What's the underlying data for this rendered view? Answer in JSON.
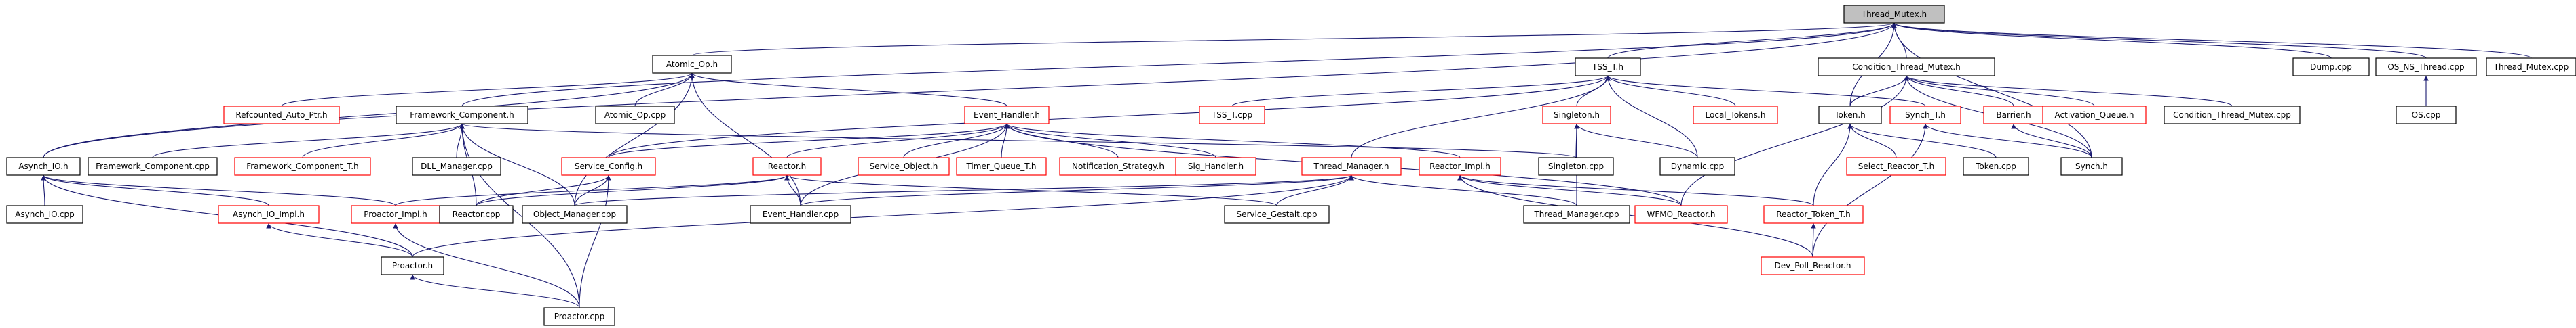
{
  "diagram": {
    "colors": {
      "node_border": "#000000",
      "missing_node_border": "#ff0000",
      "root_fill": "#c0c0c0",
      "node_fill": "#ffffff",
      "edge": "#191970",
      "text": "#000000"
    },
    "nodes": [
      {
        "id": "thread_mutex_h",
        "label": "Thread_Mutex.h",
        "root": true
      },
      {
        "id": "atomic_op_h",
        "label": "Atomic_Op.h"
      },
      {
        "id": "tss_t_h",
        "label": "TSS_T.h"
      },
      {
        "id": "condition_thread_mutex_h",
        "label": "Condition_Thread_Mutex.h"
      },
      {
        "id": "dump_cpp",
        "label": "Dump.cpp"
      },
      {
        "id": "os_ns_thread_cpp",
        "label": "OS_NS_Thread.cpp"
      },
      {
        "id": "thread_mutex_cpp",
        "label": "Thread_Mutex.cpp"
      },
      {
        "id": "os_cpp",
        "label": "OS.cpp"
      },
      {
        "id": "refcounted_auto_ptr_h",
        "label": "Refcounted_Auto_Ptr.h",
        "missing": true
      },
      {
        "id": "framework_component_h",
        "label": "Framework_Component.h"
      },
      {
        "id": "atomic_op_cpp",
        "label": "Atomic_Op.cpp"
      },
      {
        "id": "event_handler_h",
        "label": "Event_Handler.h",
        "missing": true
      },
      {
        "id": "tss_t_cpp",
        "label": "TSS_T.cpp",
        "missing": true
      },
      {
        "id": "singleton_h",
        "label": "Singleton.h",
        "missing": true
      },
      {
        "id": "local_tokens_h",
        "label": "Local_Tokens.h",
        "missing": true
      },
      {
        "id": "token_h",
        "label": "Token.h"
      },
      {
        "id": "synch_t_h",
        "label": "Synch_T.h",
        "missing": true
      },
      {
        "id": "barrier_h",
        "label": "Barrier.h",
        "missing": true
      },
      {
        "id": "activation_queue_h",
        "label": "Activation_Queue.h",
        "missing": true
      },
      {
        "id": "condition_thread_mutex_cpp",
        "label": "Condition_Thread_Mutex.cpp"
      },
      {
        "id": "asynch_io_h",
        "label": "Asynch_IO.h"
      },
      {
        "id": "framework_component_cpp",
        "label": "Framework_Component.cpp"
      },
      {
        "id": "framework_component_t_h",
        "label": "Framework_Component_T.h",
        "missing": true
      },
      {
        "id": "dll_manager_cpp",
        "label": "DLL_Manager.cpp"
      },
      {
        "id": "service_config_h",
        "label": "Service_Config.h",
        "missing": true
      },
      {
        "id": "reactor_h",
        "label": "Reactor.h",
        "missing": true
      },
      {
        "id": "service_object_h",
        "label": "Service_Object.h",
        "missing": true
      },
      {
        "id": "timer_queue_t_h",
        "label": "Timer_Queue_T.h",
        "missing": true
      },
      {
        "id": "notification_strategy_h",
        "label": "Notification_Strategy.h",
        "missing": true
      },
      {
        "id": "sig_handler_h",
        "label": "Sig_Handler.h",
        "missing": true
      },
      {
        "id": "thread_manager_h",
        "label": "Thread_Manager.h",
        "missing": true
      },
      {
        "id": "reactor_impl_h",
        "label": "Reactor_Impl.h",
        "missing": true
      },
      {
        "id": "singleton_cpp",
        "label": "Singleton.cpp"
      },
      {
        "id": "dynamic_cpp",
        "label": "Dynamic.cpp"
      },
      {
        "id": "select_reactor_t_h",
        "label": "Select_Reactor_T.h",
        "missing": true
      },
      {
        "id": "token_cpp",
        "label": "Token.cpp"
      },
      {
        "id": "synch_h",
        "label": "Synch.h"
      },
      {
        "id": "asynch_io_cpp",
        "label": "Asynch_IO.cpp"
      },
      {
        "id": "asynch_io_impl_h",
        "label": "Asynch_IO_Impl.h",
        "missing": true
      },
      {
        "id": "proactor_impl_h",
        "label": "Proactor_Impl.h",
        "missing": true
      },
      {
        "id": "reactor_cpp",
        "label": "Reactor.cpp"
      },
      {
        "id": "object_manager_cpp",
        "label": "Object_Manager.cpp"
      },
      {
        "id": "event_handler_cpp",
        "label": "Event_Handler.cpp"
      },
      {
        "id": "service_gestalt_cpp",
        "label": "Service_Gestalt.cpp"
      },
      {
        "id": "thread_manager_cpp",
        "label": "Thread_Manager.cpp"
      },
      {
        "id": "wfmo_reactor_h",
        "label": "WFMO_Reactor.h",
        "missing": true
      },
      {
        "id": "reactor_token_t_h",
        "label": "Reactor_Token_T.h",
        "missing": true
      },
      {
        "id": "proactor_h",
        "label": "Proactor.h"
      },
      {
        "id": "dev_poll_reactor_h",
        "label": "Dev_Poll_Reactor.h",
        "missing": true
      },
      {
        "id": "proactor_cpp",
        "label": "Proactor.cpp"
      }
    ],
    "edges": [
      {
        "from": "atomic_op_h",
        "to": "thread_mutex_h"
      },
      {
        "from": "tss_t_h",
        "to": "thread_mutex_h"
      },
      {
        "from": "condition_thread_mutex_h",
        "to": "thread_mutex_h"
      },
      {
        "from": "dump_cpp",
        "to": "thread_mutex_h"
      },
      {
        "from": "os_ns_thread_cpp",
        "to": "thread_mutex_h"
      },
      {
        "from": "thread_mutex_cpp",
        "to": "thread_mutex_h"
      },
      {
        "from": "os_cpp",
        "to": "os_ns_thread_cpp"
      },
      {
        "from": "framework_component_h",
        "to": "thread_mutex_h"
      },
      {
        "from": "asynch_io_h",
        "to": "thread_mutex_h"
      },
      {
        "from": "token_h",
        "to": "thread_mutex_h"
      },
      {
        "from": "synch_h",
        "to": "thread_mutex_h"
      },
      {
        "from": "refcounted_auto_ptr_h",
        "to": "atomic_op_h"
      },
      {
        "from": "atomic_op_cpp",
        "to": "atomic_op_h"
      },
      {
        "from": "event_handler_h",
        "to": "atomic_op_h"
      },
      {
        "from": "object_manager_cpp",
        "to": "atomic_op_h"
      },
      {
        "from": "event_handler_cpp",
        "to": "atomic_op_h"
      },
      {
        "from": "asynch_io_h",
        "to": "atomic_op_h"
      },
      {
        "from": "tss_t_cpp",
        "to": "tss_t_h"
      },
      {
        "from": "singleton_h",
        "to": "tss_t_h"
      },
      {
        "from": "local_tokens_h",
        "to": "tss_t_h"
      },
      {
        "from": "synch_t_h",
        "to": "tss_t_h"
      },
      {
        "from": "thread_manager_h",
        "to": "tss_t_h"
      },
      {
        "from": "service_config_h",
        "to": "tss_t_h"
      },
      {
        "from": "dynamic_cpp",
        "to": "tss_t_h"
      },
      {
        "from": "token_h",
        "to": "condition_thread_mutex_h"
      },
      {
        "from": "barrier_h",
        "to": "condition_thread_mutex_h"
      },
      {
        "from": "activation_queue_h",
        "to": "condition_thread_mutex_h"
      },
      {
        "from": "condition_thread_mutex_cpp",
        "to": "condition_thread_mutex_h"
      },
      {
        "from": "synch_h",
        "to": "condition_thread_mutex_h"
      },
      {
        "from": "wfmo_reactor_h",
        "to": "condition_thread_mutex_h"
      },
      {
        "from": "framework_component_cpp",
        "to": "framework_component_h"
      },
      {
        "from": "framework_component_t_h",
        "to": "framework_component_h"
      },
      {
        "from": "dll_manager_cpp",
        "to": "framework_component_h"
      },
      {
        "from": "reactor_cpp",
        "to": "framework_component_h"
      },
      {
        "from": "object_manager_cpp",
        "to": "framework_component_h"
      },
      {
        "from": "proactor_cpp",
        "to": "framework_component_h"
      },
      {
        "from": "singleton_cpp",
        "to": "framework_component_h"
      },
      {
        "from": "service_config_h",
        "to": "event_handler_h"
      },
      {
        "from": "reactor_h",
        "to": "event_handler_h"
      },
      {
        "from": "service_object_h",
        "to": "event_handler_h"
      },
      {
        "from": "timer_queue_t_h",
        "to": "event_handler_h"
      },
      {
        "from": "notification_strategy_h",
        "to": "event_handler_h"
      },
      {
        "from": "sig_handler_h",
        "to": "event_handler_h"
      },
      {
        "from": "reactor_impl_h",
        "to": "event_handler_h"
      },
      {
        "from": "event_handler_cpp",
        "to": "event_handler_h"
      },
      {
        "from": "wfmo_reactor_h",
        "to": "event_handler_h"
      },
      {
        "from": "singleton_cpp",
        "to": "singleton_h"
      },
      {
        "from": "dynamic_cpp",
        "to": "singleton_h"
      },
      {
        "from": "thread_manager_cpp",
        "to": "singleton_h"
      },
      {
        "from": "select_reactor_t_h",
        "to": "token_h"
      },
      {
        "from": "token_cpp",
        "to": "token_h"
      },
      {
        "from": "reactor_token_t_h",
        "to": "token_h"
      },
      {
        "from": "dev_poll_reactor_h",
        "to": "synch_t_h"
      },
      {
        "from": "synch_h",
        "to": "synch_t_h"
      },
      {
        "from": "synch_h",
        "to": "barrier_h"
      },
      {
        "from": "asynch_io_cpp",
        "to": "asynch_io_h"
      },
      {
        "from": "asynch_io_impl_h",
        "to": "asynch_io_h"
      },
      {
        "from": "proactor_impl_h",
        "to": "asynch_io_h"
      },
      {
        "from": "proactor_h",
        "to": "asynch_io_h"
      },
      {
        "from": "reactor_cpp",
        "to": "service_config_h"
      },
      {
        "from": "object_manager_cpp",
        "to": "service_config_h"
      },
      {
        "from": "proactor_cpp",
        "to": "service_config_h"
      },
      {
        "from": "proactor_impl_h",
        "to": "reactor_h"
      },
      {
        "from": "reactor_cpp",
        "to": "reactor_h"
      },
      {
        "from": "event_handler_cpp",
        "to": "reactor_h"
      },
      {
        "from": "service_gestalt_cpp",
        "to": "reactor_h"
      },
      {
        "from": "object_manager_cpp",
        "to": "thread_manager_h"
      },
      {
        "from": "event_handler_cpp",
        "to": "thread_manager_h"
      },
      {
        "from": "service_gestalt_cpp",
        "to": "thread_manager_h"
      },
      {
        "from": "thread_manager_cpp",
        "to": "thread_manager_h"
      },
      {
        "from": "proactor_h",
        "to": "thread_manager_h"
      },
      {
        "from": "wfmo_reactor_h",
        "to": "reactor_impl_h"
      },
      {
        "from": "reactor_token_t_h",
        "to": "reactor_impl_h"
      },
      {
        "from": "dev_poll_reactor_h",
        "to": "reactor_impl_h"
      },
      {
        "from": "proactor_h",
        "to": "asynch_io_impl_h"
      },
      {
        "from": "proactor_cpp",
        "to": "proactor_impl_h"
      },
      {
        "from": "proactor_cpp",
        "to": "proactor_h"
      },
      {
        "from": "dev_poll_reactor_h",
        "to": "reactor_token_t_h"
      }
    ]
  }
}
